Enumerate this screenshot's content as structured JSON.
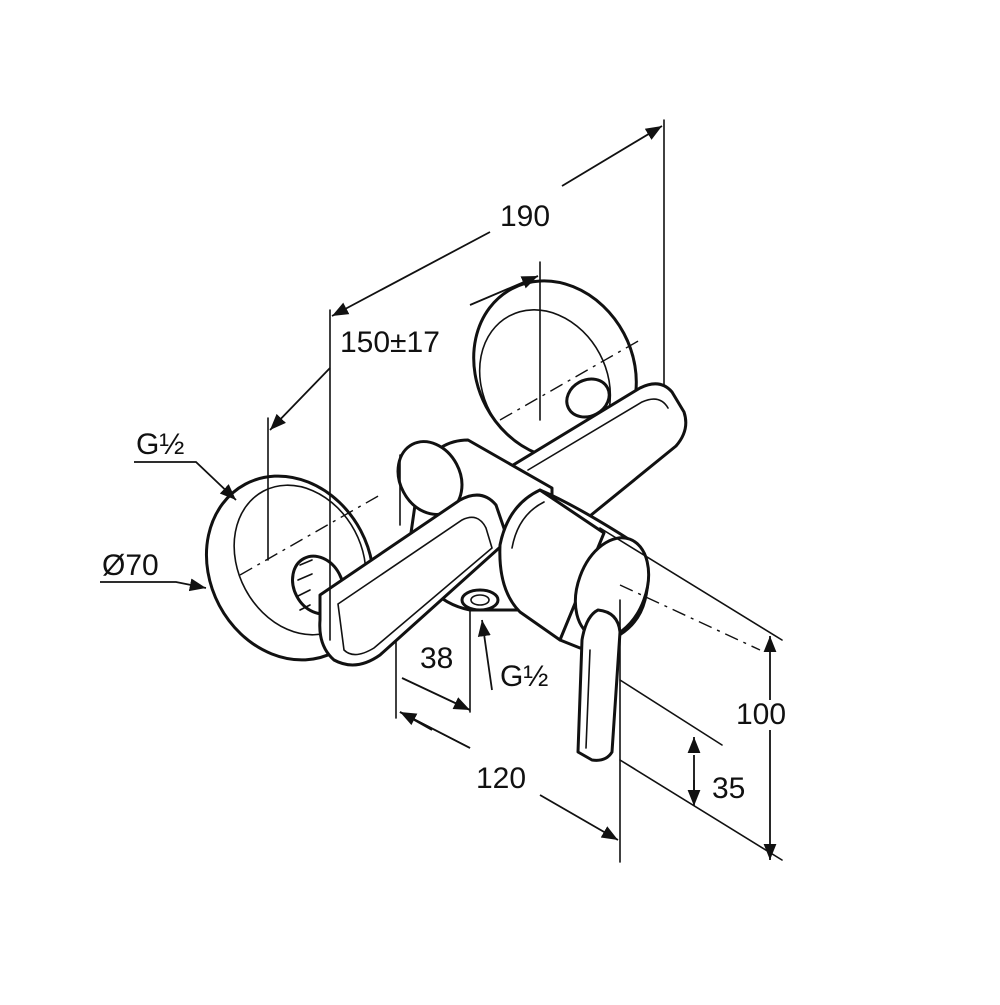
{
  "drawing": {
    "colors": {
      "line": "#111111",
      "background": "#ffffff"
    },
    "labels": {
      "overall_width": "190",
      "connection_spacing": "150±17",
      "inlet_thread": "G½",
      "rosette_diameter": "Ø70",
      "outlet_projection": "38",
      "outlet_thread": "G½",
      "lever_projection": "120",
      "total_height": "100",
      "outlet_height": "35"
    }
  }
}
